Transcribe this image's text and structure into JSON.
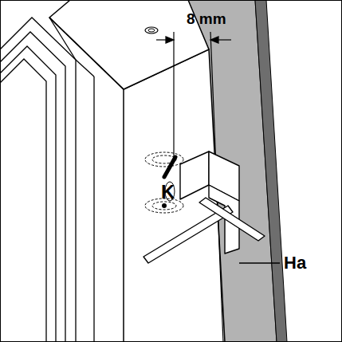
{
  "diagram": {
    "labels": [
      "8 mm",
      "K",
      "Ha"
    ]
  }
}
